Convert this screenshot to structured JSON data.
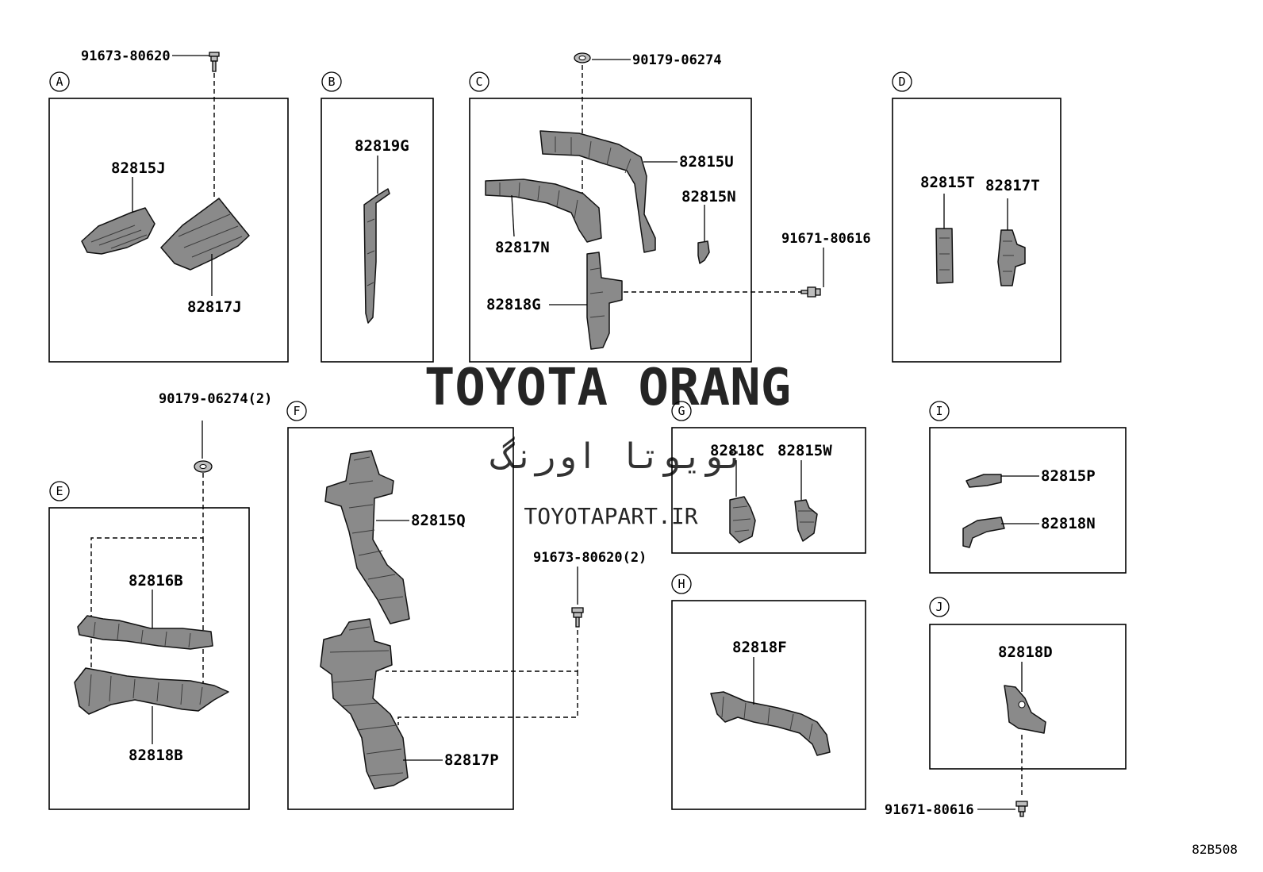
{
  "sections": [
    {
      "letter": "A",
      "parts": [
        "82815J",
        "82817J"
      ],
      "bolts": [
        "91673-80620"
      ]
    },
    {
      "letter": "B",
      "parts": [
        "82819G"
      ],
      "bolts": []
    },
    {
      "letter": "C",
      "parts": [
        "82815U",
        "82815N",
        "82817N",
        "82818G"
      ],
      "bolts": [
        "90179-06274",
        "91671-80616"
      ]
    },
    {
      "letter": "D",
      "parts": [
        "82815T",
        "82817T"
      ],
      "bolts": []
    },
    {
      "letter": "E",
      "parts": [
        "82816B",
        "82818B"
      ],
      "bolts": [
        "90179-06274(2)"
      ]
    },
    {
      "letter": "F",
      "parts": [
        "82815Q",
        "82817P"
      ],
      "bolts": [
        "91673-80620(2)"
      ]
    },
    {
      "letter": "G",
      "parts": [
        "82818C",
        "82815W"
      ],
      "bolts": []
    },
    {
      "letter": "H",
      "parts": [
        "82818F"
      ],
      "bolts": []
    },
    {
      "letter": "I",
      "parts": [
        "82815P",
        "82818N"
      ],
      "bolts": []
    },
    {
      "letter": "J",
      "parts": [
        "82818D"
      ],
      "bolts": [
        "91671-80616"
      ]
    }
  ],
  "watermark": {
    "title": "TOYOTA ORANG",
    "persian": "تویوتا اورنگ",
    "url": "TOYOTAPART.IR"
  },
  "diagram_code": "82B508"
}
